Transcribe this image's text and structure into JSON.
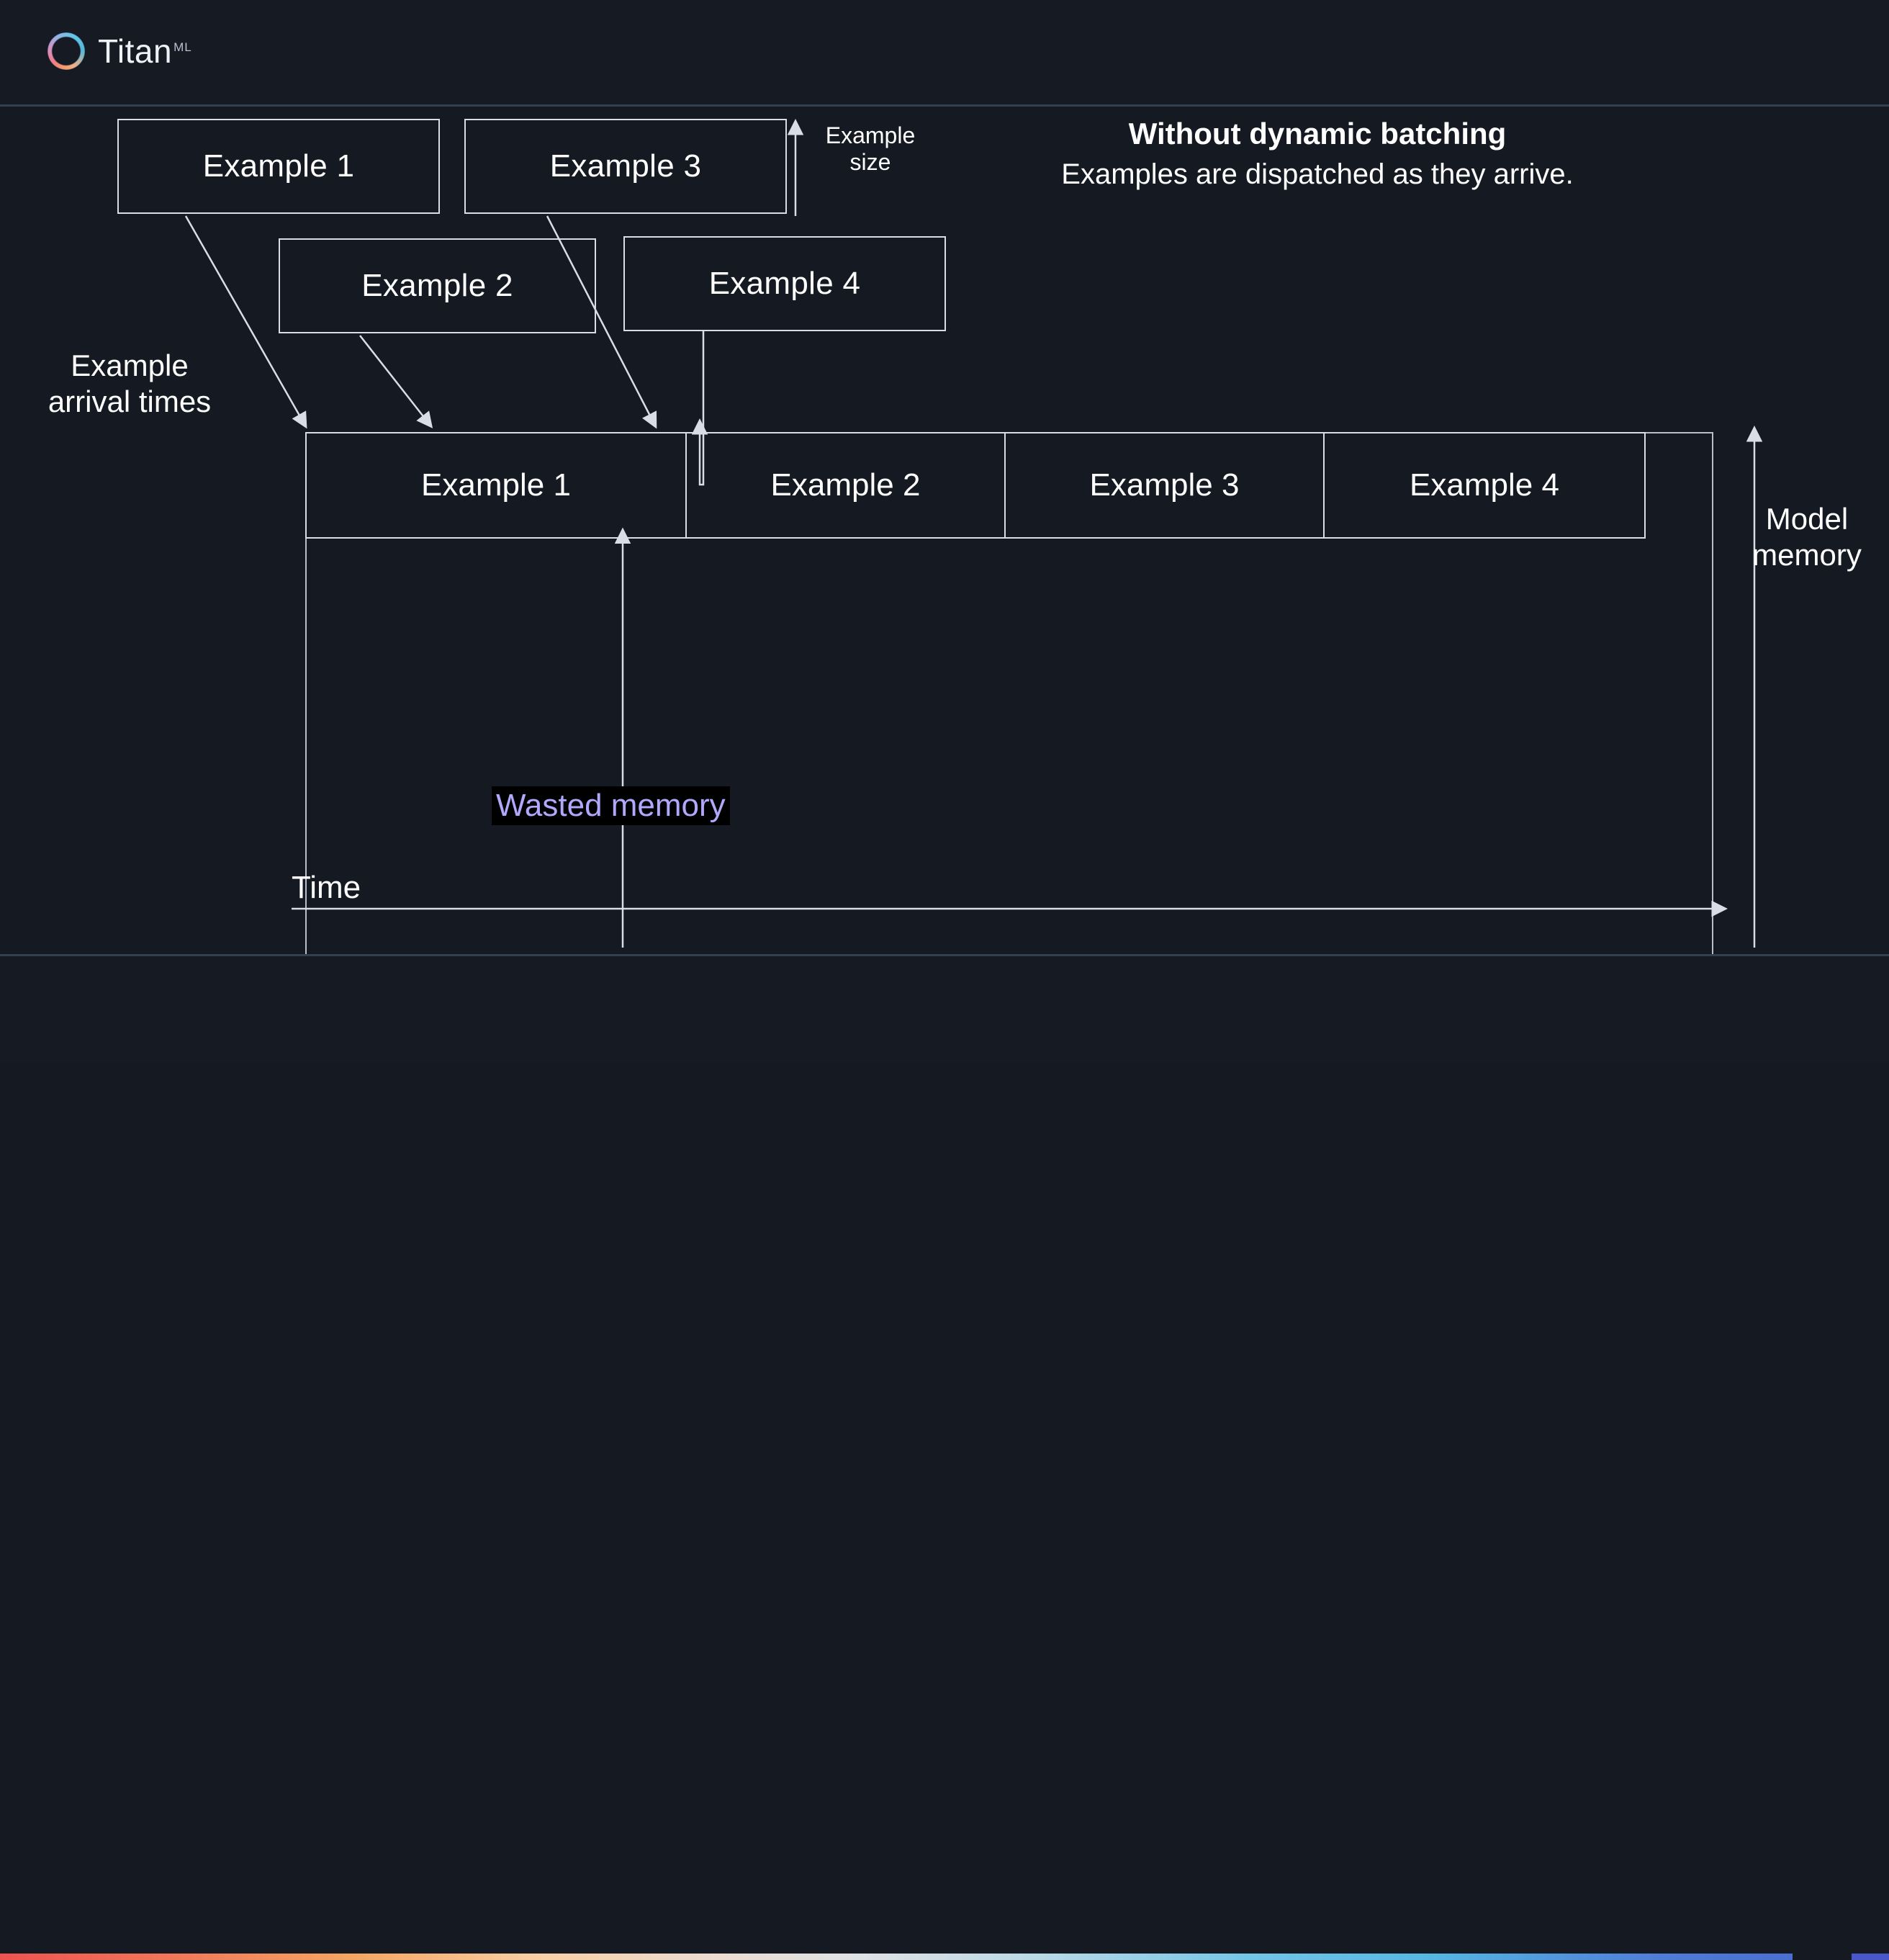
{
  "brand": {
    "name": "Titan",
    "superscript": "ML",
    "logo_icon": "titan-ring-icon",
    "gradient_colors": [
      "#ef5350",
      "#f5a763",
      "#dfe3e4",
      "#72c5e6",
      "#4a6fd0"
    ]
  },
  "slide": {
    "title": "Without dynamic batching",
    "subtitle": "Examples are dispatched as they arrive.",
    "incoming_boxes": [
      {
        "label": "Example 1"
      },
      {
        "label": "Example 3"
      },
      {
        "label": "Example 2"
      },
      {
        "label": "Example 4"
      }
    ],
    "example_size_label": "Example\nsize",
    "example_size_label_line1": "Example",
    "example_size_label_line2": "size",
    "arrival_label_line1": "Example",
    "arrival_label_line2": "arrival times",
    "model_memory_label_line1": "Model",
    "model_memory_label_line2": "memory",
    "time_axis_label": "Time",
    "wasted_memory_label": "Wasted memory",
    "wasted_memory_color": "#afa8fb",
    "timeline_cells": [
      {
        "label": "Example 1"
      },
      {
        "label": "Example 2"
      },
      {
        "label": "Example 3"
      },
      {
        "label": "Example 4"
      }
    ]
  },
  "chart_data": {
    "type": "bar",
    "title": "Without dynamic batching",
    "subtitle": "Examples are dispatched as they arrive.",
    "xlabel": "Time",
    "ylabel": "Model memory",
    "categories": [
      "Example 1",
      "Example 2",
      "Example 3",
      "Example 4"
    ],
    "values": [
      1,
      1,
      1,
      1
    ],
    "annotations": [
      "Wasted memory",
      "Example size",
      "Example arrival times"
    ],
    "grid": false,
    "legend": "none"
  }
}
